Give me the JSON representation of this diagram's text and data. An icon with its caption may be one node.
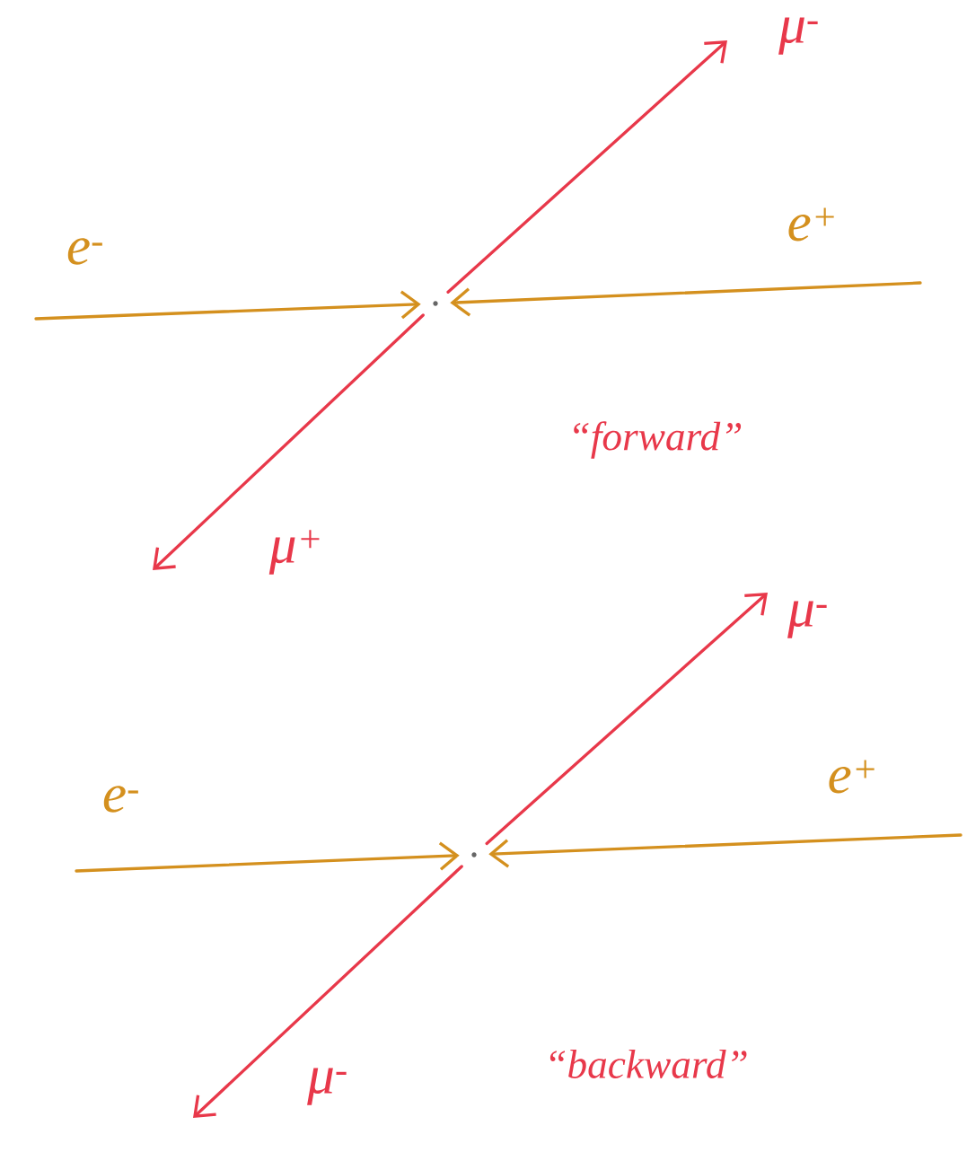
{
  "diagram": {
    "nodes": [
      {
        "text": [],
        "shape": "point"
      },
      {
        "text": [],
        "shape": "point"
      }
    ],
    "edges": [
      {
        "from": null,
        "to": 0,
        "arrow": "to",
        "color": "#d4901e"
      },
      {
        "from": null,
        "to": 0,
        "arrow": "to",
        "color": "#d4901e"
      },
      {
        "from": 0,
        "to": null,
        "arrow": "to",
        "color": "#e8384a"
      },
      {
        "from": 0,
        "to": null,
        "arrow": "to",
        "color": "#e8384a"
      },
      {
        "from": null,
        "to": 1,
        "arrow": "to",
        "color": "#d4901e"
      },
      {
        "from": null,
        "to": 1,
        "arrow": "to",
        "color": "#d4901e"
      },
      {
        "from": 1,
        "to": null,
        "arrow": "to",
        "color": "#e8384a"
      },
      {
        "from": 1,
        "to": null,
        "arrow": "to",
        "color": "#e8384a"
      }
    ],
    "labels": [
      "e$^{-}$",
      "e$^{+}$",
      "μ$^{-}$",
      "μ$^{+}$",
      "“forward”",
      "e$^{-}$",
      "e$^{+}$",
      "μ$^{-}$",
      "μ$^{-}$",
      "“backward”"
    ]
  }
}
